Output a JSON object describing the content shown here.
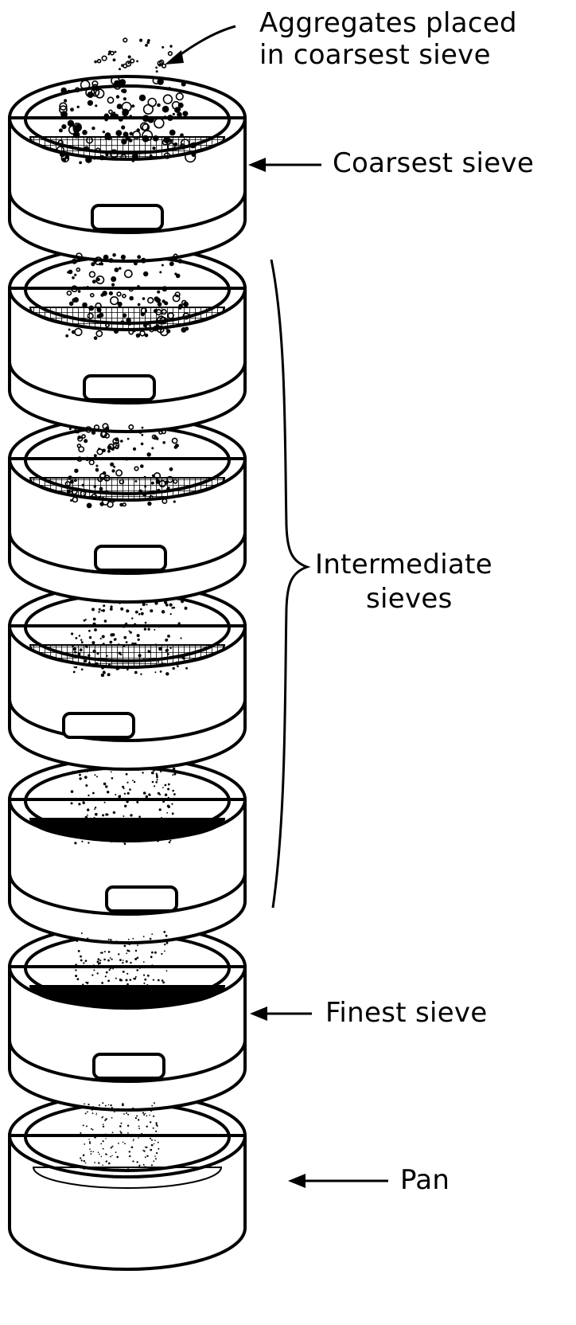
{
  "labels": {
    "aggregates_line1": "Aggregates placed",
    "aggregates_line2": "in coarsest sieve",
    "coarsest_sieve": "Coarsest sieve",
    "intermediate_line1": "Intermediate",
    "intermediate_line2": "sieves",
    "finest_sieve": "Finest sieve",
    "pan": "Pan"
  },
  "colors": {
    "ink": "#000000",
    "paper": "#ffffff"
  }
}
